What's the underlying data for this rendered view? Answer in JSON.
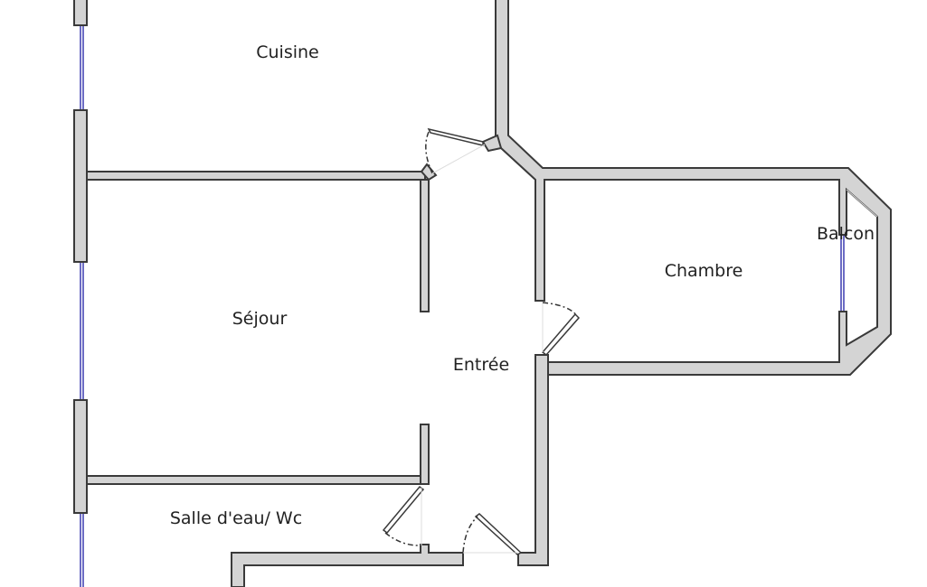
{
  "rooms": {
    "kitchen": "Cuisine",
    "living": "Séjour",
    "entrance": "Entrée",
    "bedroom": "Chambre",
    "balcony": "Balcon",
    "bathroom": "Salle d'eau/ Wc"
  }
}
